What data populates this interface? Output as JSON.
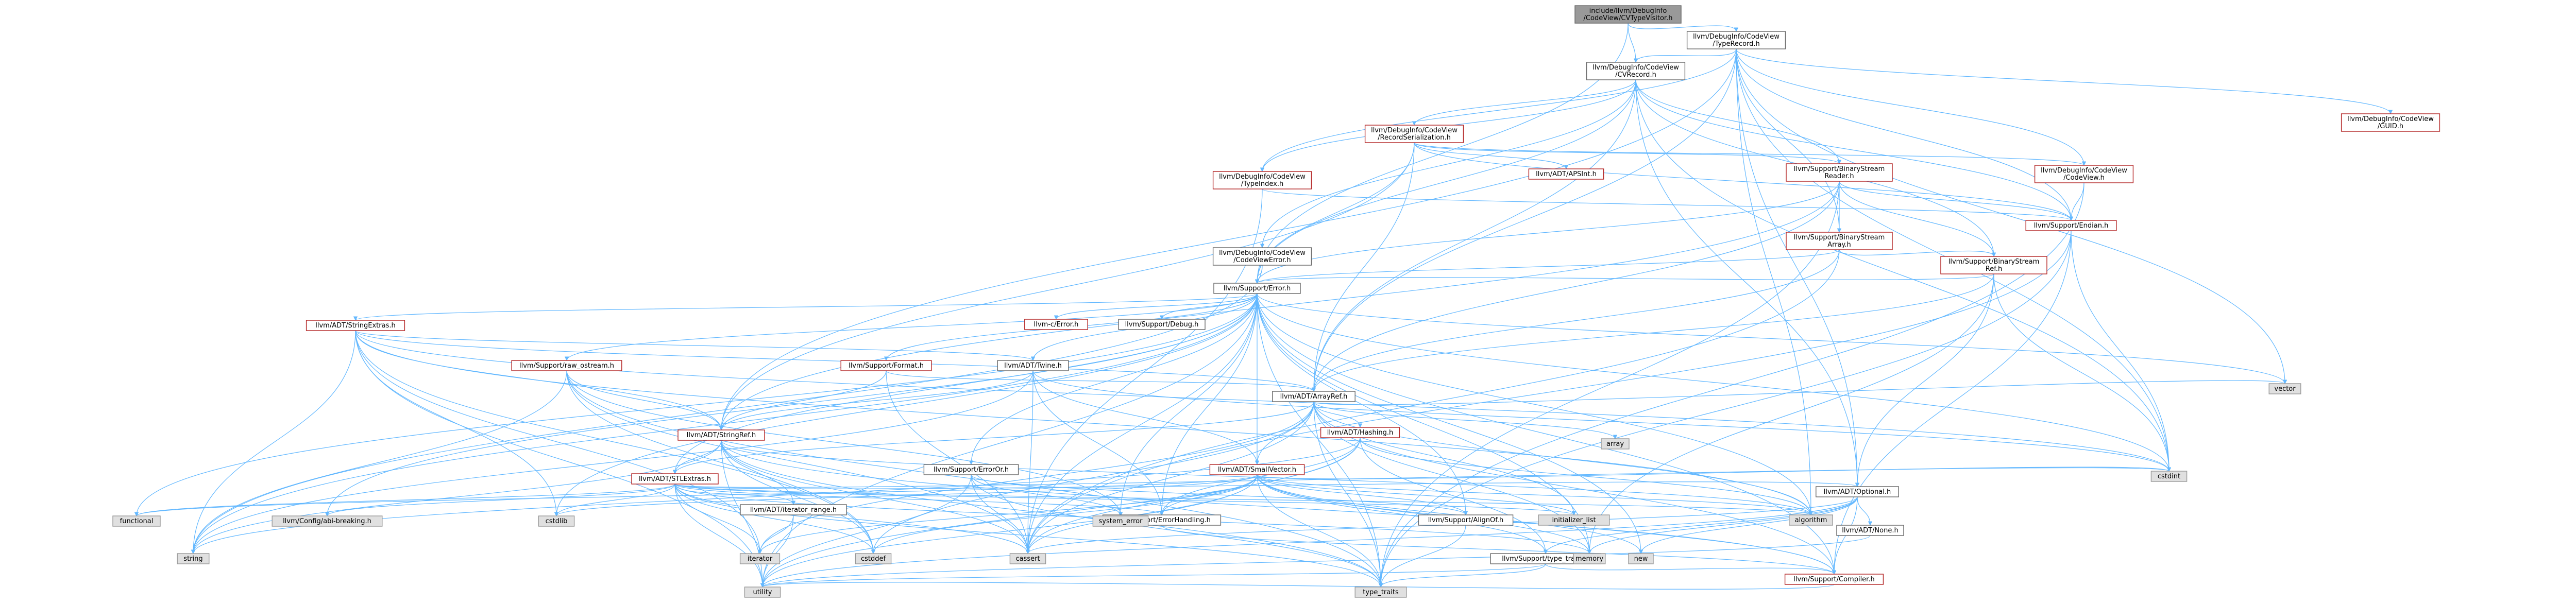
{
  "graph": {
    "colors": {
      "root_fill": "#999999",
      "node_fill": "#ffffff",
      "node_border": "#666666",
      "linked_text": "#b22222",
      "external_fill": "#e0e0e0",
      "external_border": "#999999",
      "edge": "#63b8ff"
    },
    "nodes": [
      {
        "id": "root",
        "kind": "root",
        "lines": [
          "include/llvm/DebugInfo",
          "/CodeView/CVTypeVisitor.h"
        ]
      },
      {
        "id": "typerecord",
        "kind": "file",
        "lines": [
          "llvm/DebugInfo/CodeView",
          "/TypeRecord.h"
        ]
      },
      {
        "id": "cvrecord",
        "kind": "file",
        "lines": [
          "llvm/DebugInfo/CodeView",
          "/CVRecord.h"
        ]
      },
      {
        "id": "guid",
        "kind": "linked",
        "lines": [
          "llvm/DebugInfo/CodeView",
          "/GUID.h"
        ]
      },
      {
        "id": "recordser",
        "kind": "linked",
        "lines": [
          "llvm/DebugInfo/CodeView",
          "/RecordSerialization.h"
        ]
      },
      {
        "id": "codeview",
        "kind": "linked",
        "lines": [
          "llvm/DebugInfo/CodeView",
          "/CodeView.h"
        ]
      },
      {
        "id": "typeindex",
        "kind": "linked",
        "lines": [
          "llvm/DebugInfo/CodeView",
          "/TypeIndex.h"
        ]
      },
      {
        "id": "apsint",
        "kind": "linked",
        "lines": [
          "llvm/ADT/APSInt.h"
        ]
      },
      {
        "id": "bsreader",
        "kind": "linked",
        "lines": [
          "llvm/Support/BinaryStream",
          "Reader.h"
        ]
      },
      {
        "id": "bsarray",
        "kind": "linked",
        "lines": [
          "llvm/Support/BinaryStream",
          "Array.h"
        ]
      },
      {
        "id": "bsref",
        "kind": "linked",
        "lines": [
          "llvm/Support/BinaryStream",
          "Ref.h"
        ]
      },
      {
        "id": "endian",
        "kind": "linked",
        "lines": [
          "llvm/Support/Endian.h"
        ]
      },
      {
        "id": "cverror",
        "kind": "file",
        "lines": [
          "llvm/DebugInfo/CodeView",
          "/CodeViewError.h"
        ]
      },
      {
        "id": "error",
        "kind": "file",
        "lines": [
          "llvm/Support/Error.h"
        ]
      },
      {
        "id": "cerror",
        "kind": "linked",
        "lines": [
          "llvm-c/Error.h"
        ]
      },
      {
        "id": "debug",
        "kind": "file",
        "lines": [
          "llvm/Support/Debug.h"
        ]
      },
      {
        "id": "stringextras",
        "kind": "linked",
        "lines": [
          "llvm/ADT/StringExtras.h"
        ]
      },
      {
        "id": "rawostream",
        "kind": "linked",
        "lines": [
          "llvm/Support/raw_ostream.h"
        ]
      },
      {
        "id": "format",
        "kind": "linked",
        "lines": [
          "llvm/Support/Format.h"
        ]
      },
      {
        "id": "twine",
        "kind": "file",
        "lines": [
          "llvm/ADT/Twine.h"
        ]
      },
      {
        "id": "arrayref",
        "kind": "file",
        "lines": [
          "llvm/ADT/ArrayRef.h"
        ]
      },
      {
        "id": "stringref",
        "kind": "linked",
        "lines": [
          "llvm/ADT/StringRef.h"
        ]
      },
      {
        "id": "stlextras",
        "kind": "linked",
        "lines": [
          "llvm/ADT/STLExtras.h"
        ]
      },
      {
        "id": "hashing",
        "kind": "linked",
        "lines": [
          "llvm/ADT/Hashing.h"
        ]
      },
      {
        "id": "smallvector",
        "kind": "linked",
        "lines": [
          "llvm/ADT/SmallVector.h"
        ]
      },
      {
        "id": "errorortest",
        "kind": "file",
        "lines": [
          "llvm/Support/ErrorOr.h"
        ]
      },
      {
        "id": "optional",
        "kind": "file",
        "lines": [
          "llvm/ADT/Optional.h"
        ]
      },
      {
        "id": "none",
        "kind": "file",
        "lines": [
          "llvm/ADT/None.h"
        ]
      },
      {
        "id": "iterrange",
        "kind": "file",
        "lines": [
          "llvm/ADT/iterator_range.h"
        ]
      },
      {
        "id": "errhandling",
        "kind": "file",
        "lines": [
          "llvm/Support/ErrorHandling.h"
        ]
      },
      {
        "id": "alignof",
        "kind": "file",
        "lines": [
          "llvm/Support/AlignOf.h"
        ]
      },
      {
        "id": "typetraits",
        "kind": "file",
        "lines": [
          "llvm/Support/type_traits.h"
        ]
      },
      {
        "id": "compiler",
        "kind": "linked",
        "lines": [
          "llvm/Support/Compiler.h"
        ]
      },
      {
        "id": "configabi",
        "kind": "external",
        "lines": [
          "llvm/Config/abi-breaking.h"
        ]
      },
      {
        "id": "std_cstdint",
        "kind": "external",
        "lines": [
          "cstdint"
        ]
      },
      {
        "id": "std_vector",
        "kind": "external",
        "lines": [
          "vector"
        ]
      },
      {
        "id": "std_array",
        "kind": "external",
        "lines": [
          "array"
        ]
      },
      {
        "id": "std_algorithm",
        "kind": "external",
        "lines": [
          "algorithm"
        ]
      },
      {
        "id": "std_memory",
        "kind": "external",
        "lines": [
          "memory"
        ]
      },
      {
        "id": "std_new",
        "kind": "external",
        "lines": [
          "new"
        ]
      },
      {
        "id": "std_cassert",
        "kind": "external",
        "lines": [
          "cassert"
        ]
      },
      {
        "id": "std_cstddef",
        "kind": "external",
        "lines": [
          "cstddef"
        ]
      },
      {
        "id": "std_iterator",
        "kind": "external",
        "lines": [
          "iterator"
        ]
      },
      {
        "id": "std_string",
        "kind": "external",
        "lines": [
          "string"
        ]
      },
      {
        "id": "std_utility",
        "kind": "external",
        "lines": [
          "utility"
        ]
      },
      {
        "id": "std_typetraits",
        "kind": "external",
        "lines": [
          "type_traits"
        ]
      },
      {
        "id": "std_functional",
        "kind": "external",
        "lines": [
          "functional"
        ]
      },
      {
        "id": "std_initlist",
        "kind": "external",
        "lines": [
          "initializer_list"
        ]
      },
      {
        "id": "std_cstdlib",
        "kind": "external",
        "lines": [
          "cstdlib"
        ]
      },
      {
        "id": "std_syserror",
        "kind": "external",
        "lines": [
          "system_error"
        ]
      }
    ]
  }
}
